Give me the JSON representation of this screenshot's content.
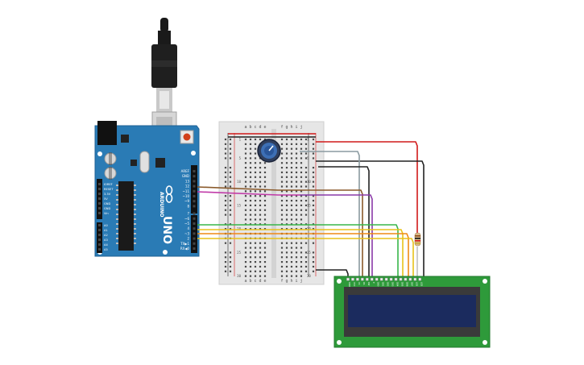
{
  "arduino": {
    "brand_logo": "ARDUINO",
    "model": "UNO",
    "digital_labels": [
      "AREF",
      "GND",
      "13",
      "12",
      "~11",
      "~10",
      "~9",
      "8",
      "7",
      "~6",
      "~5",
      "4",
      "~3",
      "2",
      "TX▶1",
      "RX◀0"
    ],
    "power_labels": [
      "IOREF",
      "RESET",
      "3.3V",
      "5V",
      "GND",
      "GND",
      "Vin"
    ],
    "analog_labels": [
      "A0",
      "A1",
      "A2",
      "A3",
      "A4",
      "A5"
    ]
  },
  "breadboard": {
    "column_letters_left": [
      "a",
      "b",
      "c",
      "d",
      "e"
    ],
    "column_letters_right": [
      "f",
      "g",
      "h",
      "i",
      "j"
    ],
    "row_numbers": [
      "1",
      "",
      "",
      "",
      "5",
      "",
      "",
      "",
      "",
      "10",
      "",
      "",
      "",
      "",
      "15",
      "",
      "",
      "",
      "",
      "20",
      "",
      "",
      "",
      "",
      "25",
      "",
      "",
      "",
      "",
      "30"
    ]
  },
  "lcd": {
    "pin_labels": [
      "GND",
      "VCC",
      "V0",
      "RS",
      "RW",
      "E",
      "DB0",
      "DB1",
      "DB2",
      "DB3",
      "DB4",
      "DB5",
      "DB6",
      "DB7",
      "LED",
      "LED"
    ]
  },
  "colors": {
    "board": "#2a7bb5",
    "lcd_pcb": "#2e9a3a",
    "lcd_screen": "#1b2b5e",
    "wire_red": "#d11a1a",
    "wire_black": "#222222",
    "wire_gray": "#8a9aa0",
    "wire_brown": "#8a5a2b",
    "wire_magenta": "#c03aa8",
    "wire_purple": "#8a3aa8",
    "wire_green": "#39b54a",
    "wire_yellow": "#e8c21a",
    "wire_orange": "#ef8a14"
  },
  "icons": [
    "usb-cable-icon",
    "potentiometer-icon",
    "resistor-icon"
  ]
}
